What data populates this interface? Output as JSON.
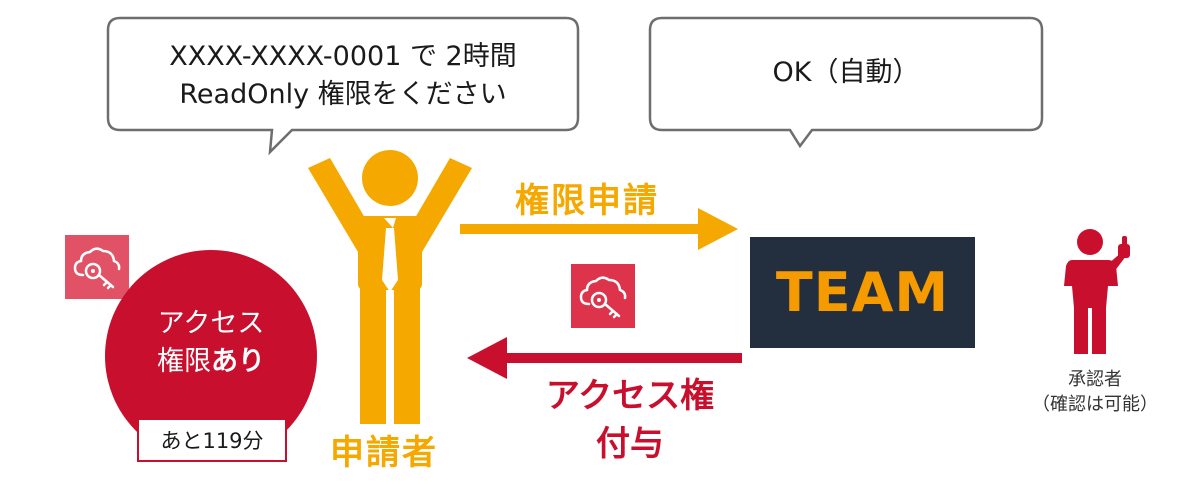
{
  "bubbles": {
    "request_line1": "XXXX-XXXX-0001 で 2時間",
    "request_line2": "ReadOnly 権限をください",
    "reply": "OK（自動）"
  },
  "labels": {
    "request": "権限申請",
    "applicant": "申請者",
    "grant_line1": "アクセス権",
    "grant_line2": "付与",
    "team": "TEAM"
  },
  "access": {
    "line1": "アクセス",
    "line2_prefix": "権限",
    "line2_bold": "あり",
    "remaining": "あと119分"
  },
  "approver": {
    "line1": "承認者",
    "line2": "（確認は可能）"
  },
  "icons": {
    "permission": "cloud-key-icon",
    "applicant": "person-arms-up-icon",
    "approver": "person-thumbs-up-icon"
  },
  "colors": {
    "orange": "#f5a800",
    "red": "#c8102e",
    "icon_red": "#dd344c",
    "team_bg": "#232f3e",
    "team_text": "#f59b00"
  }
}
